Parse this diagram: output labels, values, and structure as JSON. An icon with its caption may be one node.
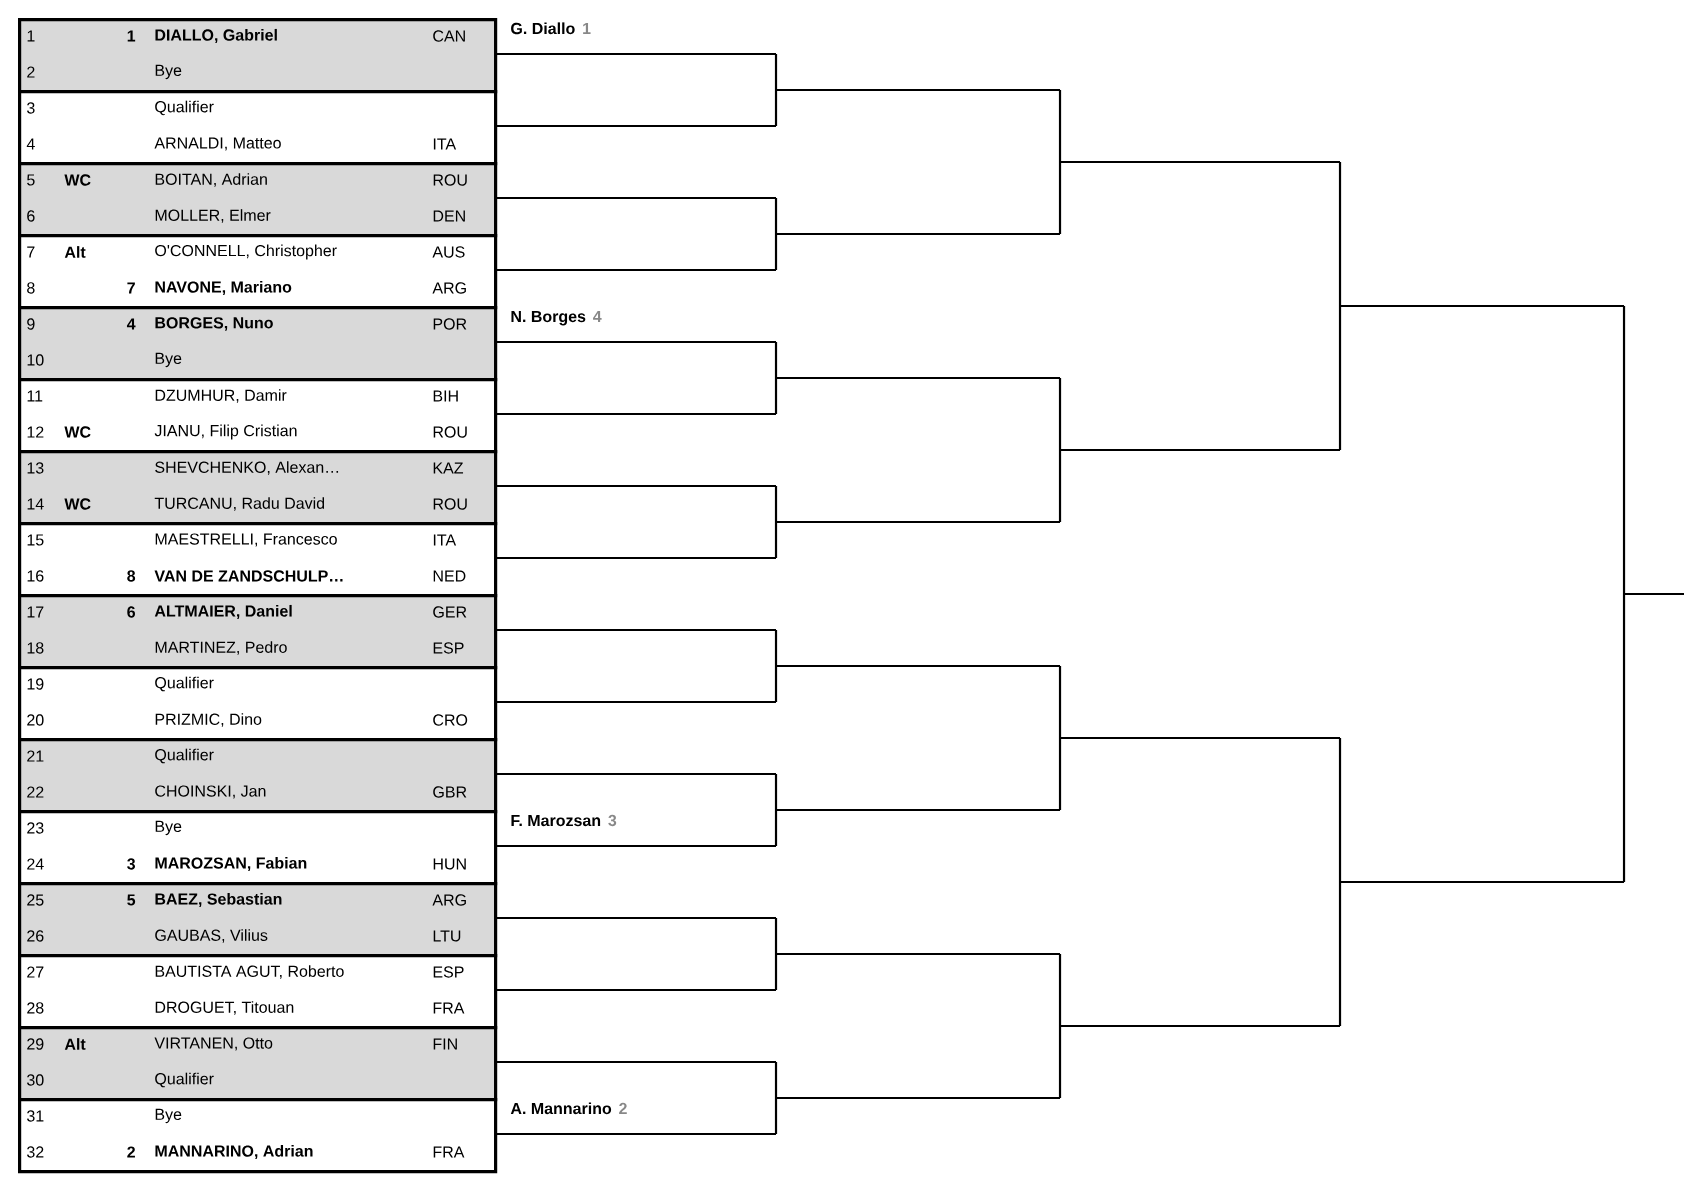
{
  "diagram": {
    "nodes": [
      {
        "text": [
          "1",
          "1",
          "DIALLO, Gabriel",
          "CAN",
          "2",
          "Bye"
        ]
      },
      {
        "text": [
          "3",
          "Qualifier",
          "4",
          "ARNALDI, Matteo",
          "ITA"
        ]
      },
      {
        "text": [
          "5",
          "WC",
          "BOITAN, Adrian",
          "ROU",
          "6",
          "MOLLER, Elmer",
          "DEN"
        ]
      },
      {
        "text": [
          "7",
          "Alt",
          "O'CONNELL, Christopher",
          "AUS",
          "8",
          "7",
          "NAVONE, Mariano",
          "ARG"
        ]
      },
      {
        "text": [
          "9",
          "4",
          "BORGES, Nuno",
          "POR",
          "10",
          "Bye"
        ]
      },
      {
        "text": [
          "11",
          "DZUMHUR, Damir",
          "BIH",
          "12",
          "WC",
          "JIANU, Filip Cristian",
          "ROU"
        ]
      },
      {
        "text": [
          "13",
          "SHEVCHENKO, Alexan…",
          "KAZ",
          "14",
          "WC",
          "TURCANU, Radu David",
          "ROU"
        ]
      },
      {
        "text": [
          "15",
          "MAESTRELLI, Francesco",
          "ITA",
          "16",
          "8",
          "VAN DE ZANDSCHULP…",
          "NED"
        ]
      },
      {
        "text": [
          "17",
          "6",
          "ALTMAIER, Daniel",
          "GER",
          "18",
          "MARTINEZ, Pedro",
          "ESP"
        ]
      },
      {
        "text": [
          "19",
          "Qualifier",
          "20",
          "PRIZMIC, Dino",
          "CRO"
        ]
      },
      {
        "text": [
          "21",
          "Qualifier",
          "22",
          "CHOINSKI, Jan",
          "GBR"
        ]
      },
      {
        "text": [
          "23",
          "Bye",
          "24",
          "3",
          "MAROZSAN, Fabian",
          "HUN"
        ]
      },
      {
        "text": [
          "25",
          "5",
          "BAEZ, Sebastian",
          "ARG",
          "26",
          "GAUBAS, Vilius",
          "LTU"
        ]
      },
      {
        "text": [
          "27",
          "BAUTISTA AGUT, Roberto",
          "ESP",
          "28",
          "DROGUET, Titouan",
          "FRA"
        ]
      },
      {
        "text": [
          "29",
          "Alt",
          "VIRTANEN, Otto",
          "FIN",
          "30",
          "Qualifier"
        ]
      },
      {
        "text": [
          "31",
          "Bye",
          "32",
          "2",
          "MANNARINO, Adrian",
          "FRA"
        ]
      }
    ],
    "labels": [
      "G. Diallo",
      "1",
      "N. Borges",
      "4",
      "F. Marozsan",
      "3",
      "A. Mannarino",
      "2"
    ]
  }
}
